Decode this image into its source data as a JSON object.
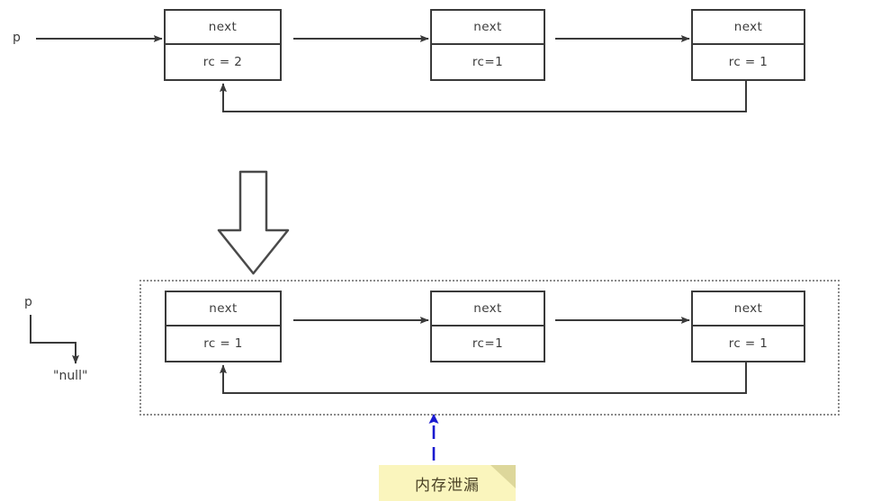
{
  "diagram": {
    "title": "Reference counting cycle memory leak",
    "colors": {
      "stroke": "#3a3a3a",
      "dotted_border": "#8a8a8a",
      "note_fill": "#faf5bd",
      "note_fold": "#ddd79b",
      "note_text": "#4b4226",
      "annotation_arrow": "#1a1ad0",
      "background": "#ffffff"
    },
    "top_scene": {
      "pointer_label": "p",
      "nodes": [
        {
          "next_label": "next",
          "rc_label": "rc = 2"
        },
        {
          "next_label": "next",
          "rc_label": "rc=1"
        },
        {
          "next_label": "next",
          "rc_label": "rc = 1"
        }
      ]
    },
    "bottom_scene": {
      "pointer_label": "p",
      "null_label": "\"null\"",
      "nodes": [
        {
          "next_label": "next",
          "rc_label": "rc = 1"
        },
        {
          "next_label": "next",
          "rc_label": "rc=1"
        },
        {
          "next_label": "next",
          "rc_label": "rc = 1"
        }
      ]
    },
    "annotation": {
      "note_text": "内存泄漏"
    }
  }
}
